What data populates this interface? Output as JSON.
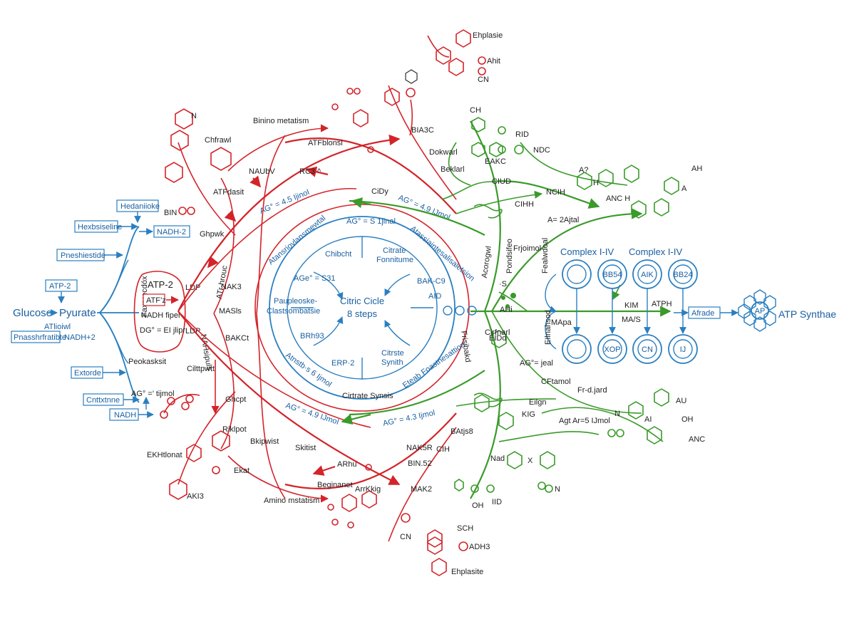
{
  "colors": {
    "red": "#d3242a",
    "green": "#3a9a2a",
    "blue": "#2a7fc0",
    "text": "#222222"
  },
  "left": {
    "glucose": "Glucose",
    "pyruvate": "Pyurate",
    "box_hexokinase": "Hedaniioke",
    "box_hexose": "Hexbsiseline",
    "box_nadh2": "NADH-2",
    "box_phosphate": "Pneshiestide",
    "box_atp2": "ATP-2",
    "box_phosphofr": "Pnasshrfratibte",
    "box_extorde": "Extorde",
    "box_citrine": "Cnttxtnne",
    "box_nadh": "NADH",
    "atp_label": "ATlioiwl",
    "nadh_label": "NADH+2",
    "dg_label": "AG° =’ tijmol",
    "side_vertical": "Faxnrecdóx"
  },
  "red_panel": {
    "title": "ATP-2",
    "box": "ATF’z",
    "nadh": "NADH fipel",
    "dg": "DG° = EI jlipr",
    "pek": "Peokasksit",
    "ldp": "LDP",
    "ldp2": "LDP"
  },
  "cycle": {
    "title": "Citric Cicle",
    "subtitle": "8 steps",
    "top_dg": "AG° = S 1jinal",
    "citrate1": "Citrate",
    "citrate1b": "Fonnitume",
    "chibcht": "Chibcht",
    "dg_mid": "AGe° = S31",
    "pep": "Paupleoske-",
    "pep2": "Clastsombatsie",
    "bak": "BAK-C9",
    "aid": "AID",
    "brh": "BRh93",
    "erp": "ERP·2",
    "citrate2": "Citrste",
    "citrate2b": "Synith",
    "synth": "Cirtrate Synsis",
    "outer_top": "AG° = 4.5 IjinoI",
    "outer_top2": "AG° = 4.9 IJmol",
    "outer_bot": "AG° = 4.9 IJmoI",
    "outer_bot2": "AG° = 4.3 Ijmol",
    "arc_tl": "Atansriovlansmewtal",
    "arc_tr": "Atassiaintesalisaletsion",
    "arc_bl": "Atnstb·s 6 Ijmol",
    "arc_br": "Eteab Foastnesattion",
    "arc_left": "ATr·hrouc",
    "arc_right": "Acorogwl",
    "arc_left2": "NAHsipuls",
    "arc_right2": "Frisibakd"
  },
  "red_labels": {
    "binino": "Binino metatism",
    "chfrawl": "Chfrawl",
    "atfblonsl": "ATFblonsl",
    "naubv": "NAUbV",
    "atf_mid": "ATFdasit",
    "ghpwk": "Ghpwk",
    "nak3": "NAK3",
    "masls": "MASls",
    "bakc": "BAKCt",
    "cittpwtt": "Cilttpwtt",
    "ghcpt": "Ghcpt",
    "riklpot": "Riklpot",
    "bkipwist": "Bkipwist",
    "skitist": "Skitist",
    "nak5r": "NAK5R",
    "arhu": "ARhu",
    "bin52": "BIN.52",
    "begkinet": "Beginanet",
    "arr": "ArrKkig",
    "mak2": "MAK2",
    "amino": "Amino mstatism",
    "ekhtlonat": "EKHtlonat",
    "aki3": "AKI3",
    "ekat": "Ekat",
    "cn": "CN",
    "sch": "SCH",
    "adh": "ADH3",
    "ehpl_bot": "Ehplasite",
    "ehpl_top": "Ehplasie",
    "ahit": "Ahit",
    "cn_top": "CN",
    "n_top": "N",
    "bia3c": "BIA3C",
    "dokwarl": "Dokwarl",
    "beklarl": "Beklarl",
    "r_top_small": "RC3 ^",
    "cidy": "CiDy",
    "cih": "CIH",
    "bin": "BIN",
    "cirfnarl": "Cirfnarl"
  },
  "green_labels": {
    "ch": "CH",
    "rid": "RID",
    "ndc": "NDC",
    "eakc": "EAKC",
    "ah": "AH",
    "ah2": "A?",
    "ah3": "H",
    "ncih": "NCIH",
    "anch": "ANC H",
    "a": "A",
    "cud": "CIUD",
    "cihh": "CIHH",
    "a_ajtal": "A= 2Ajtal",
    "ftjoimol": "Frjoimol",
    "eid": "EIDd",
    "khm": "KIM",
    "maps": "MA/S",
    "mapa": "MApa",
    "atph": "ATPH",
    "ag_jeal": "AG°= jeal",
    "cft": "CFtamol",
    "fr": "Fr-d.jard",
    "eign": "Eilgn",
    "kg": "KIG",
    "agt": "Agt Ar=5 IJmol",
    "n": "N",
    "ai": "AI",
    "oh": "OH",
    "au": "AU",
    "anc": "ANC",
    "bats": "BAtjs8",
    "x": "X",
    "n2": "N",
    "oh2": "OH",
    "iid": "IID",
    "nad": "Nad",
    "ahi": "AHi",
    "s_label": "·S",
    "side_v1": "Fealwdoal",
    "side_v2": "Pondsifeo",
    "side_v3": "EIlnahsod"
  },
  "right": {
    "complex1": "Complex I-IV",
    "complex2": "Complex I-IV",
    "c1": "",
    "c2": "BB54",
    "c3": "AIK",
    "c4": "BB24",
    "c5": "",
    "c6": "XOP",
    "c7": "CN",
    "c8": "IJ",
    "arrow_box": "Afrade",
    "ap": "AP",
    "synthase": "ATP Synthae"
  }
}
